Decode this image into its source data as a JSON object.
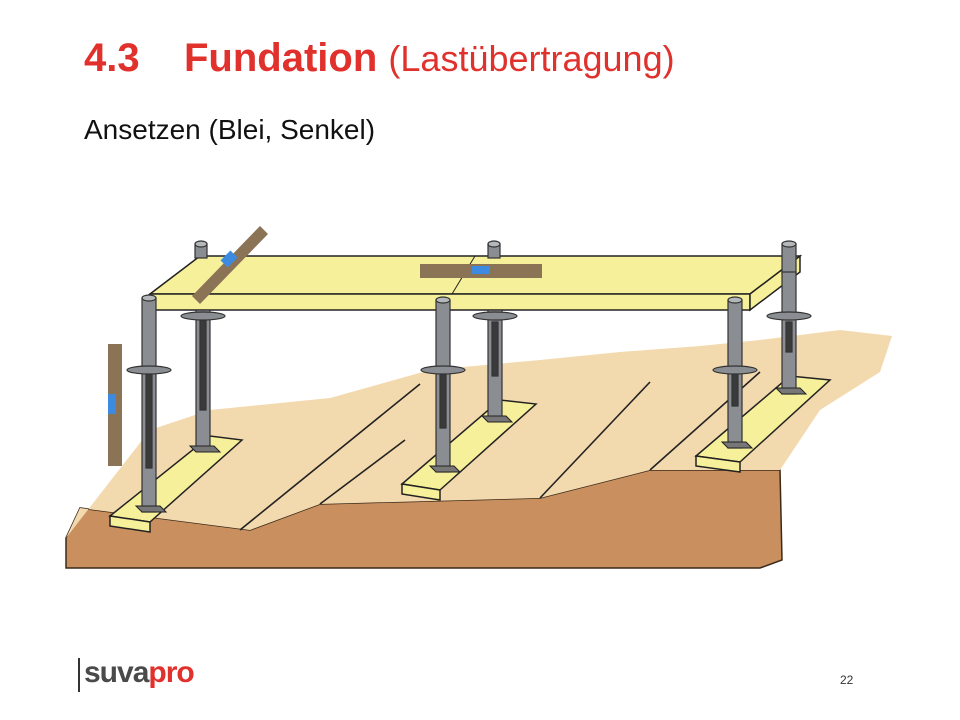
{
  "slide": {
    "number_label": "4.3",
    "title_main": "Fundation",
    "title_paren": "(Lastübertragung)",
    "subtitle": "Ansetzen (Blei, Senkel)",
    "page_number": "22"
  },
  "logo": {
    "part1": "suva",
    "part2": "pro"
  },
  "colors": {
    "accent": "#e0312d",
    "soil": "#c98f5f",
    "sand": "#f3d9ae",
    "timber": "#f7f09a",
    "post": "#8a8d91",
    "ruler": "#8b7355",
    "level_bubble": "#3d8be0"
  }
}
